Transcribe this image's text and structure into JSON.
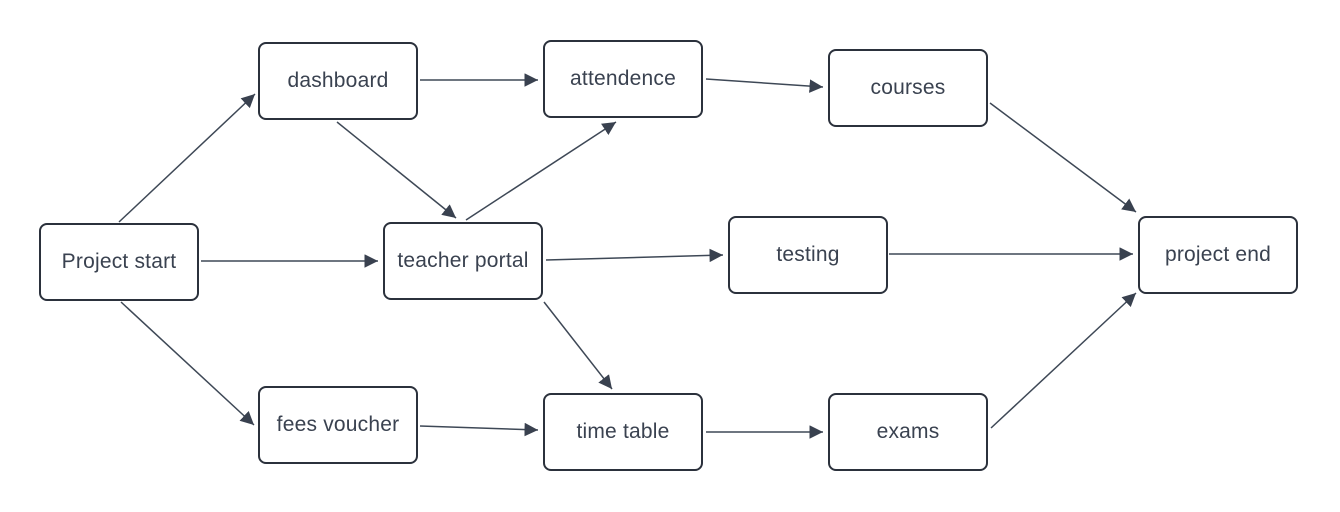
{
  "nodes": [
    {
      "id": "project-start",
      "label": "Project start"
    },
    {
      "id": "dashboard",
      "label": "dashboard"
    },
    {
      "id": "attendence",
      "label": "attendence"
    },
    {
      "id": "courses",
      "label": "courses"
    },
    {
      "id": "teacher-portal",
      "label": "teacher portal"
    },
    {
      "id": "testing",
      "label": "testing"
    },
    {
      "id": "project-end",
      "label": "project end"
    },
    {
      "id": "fees-voucher",
      "label": "fees voucher"
    },
    {
      "id": "time-table",
      "label": "time table"
    },
    {
      "id": "exams",
      "label": "exams"
    }
  ],
  "edges": [
    {
      "from": "project-start",
      "to": "dashboard"
    },
    {
      "from": "project-start",
      "to": "teacher-portal"
    },
    {
      "from": "project-start",
      "to": "fees-voucher"
    },
    {
      "from": "dashboard",
      "to": "attendence"
    },
    {
      "from": "dashboard",
      "to": "teacher-portal"
    },
    {
      "from": "teacher-portal",
      "to": "attendence"
    },
    {
      "from": "teacher-portal",
      "to": "testing"
    },
    {
      "from": "teacher-portal",
      "to": "time-table"
    },
    {
      "from": "fees-voucher",
      "to": "time-table"
    },
    {
      "from": "attendence",
      "to": "courses"
    },
    {
      "from": "courses",
      "to": "project-end"
    },
    {
      "from": "testing",
      "to": "project-end"
    },
    {
      "from": "time-table",
      "to": "exams"
    },
    {
      "from": "exams",
      "to": "project-end"
    }
  ],
  "colors": {
    "background": "#ffffff",
    "node_fill": "#ffffff",
    "node_border": "#2b313c",
    "connector": "#3e4856",
    "text": "#3a4250"
  }
}
